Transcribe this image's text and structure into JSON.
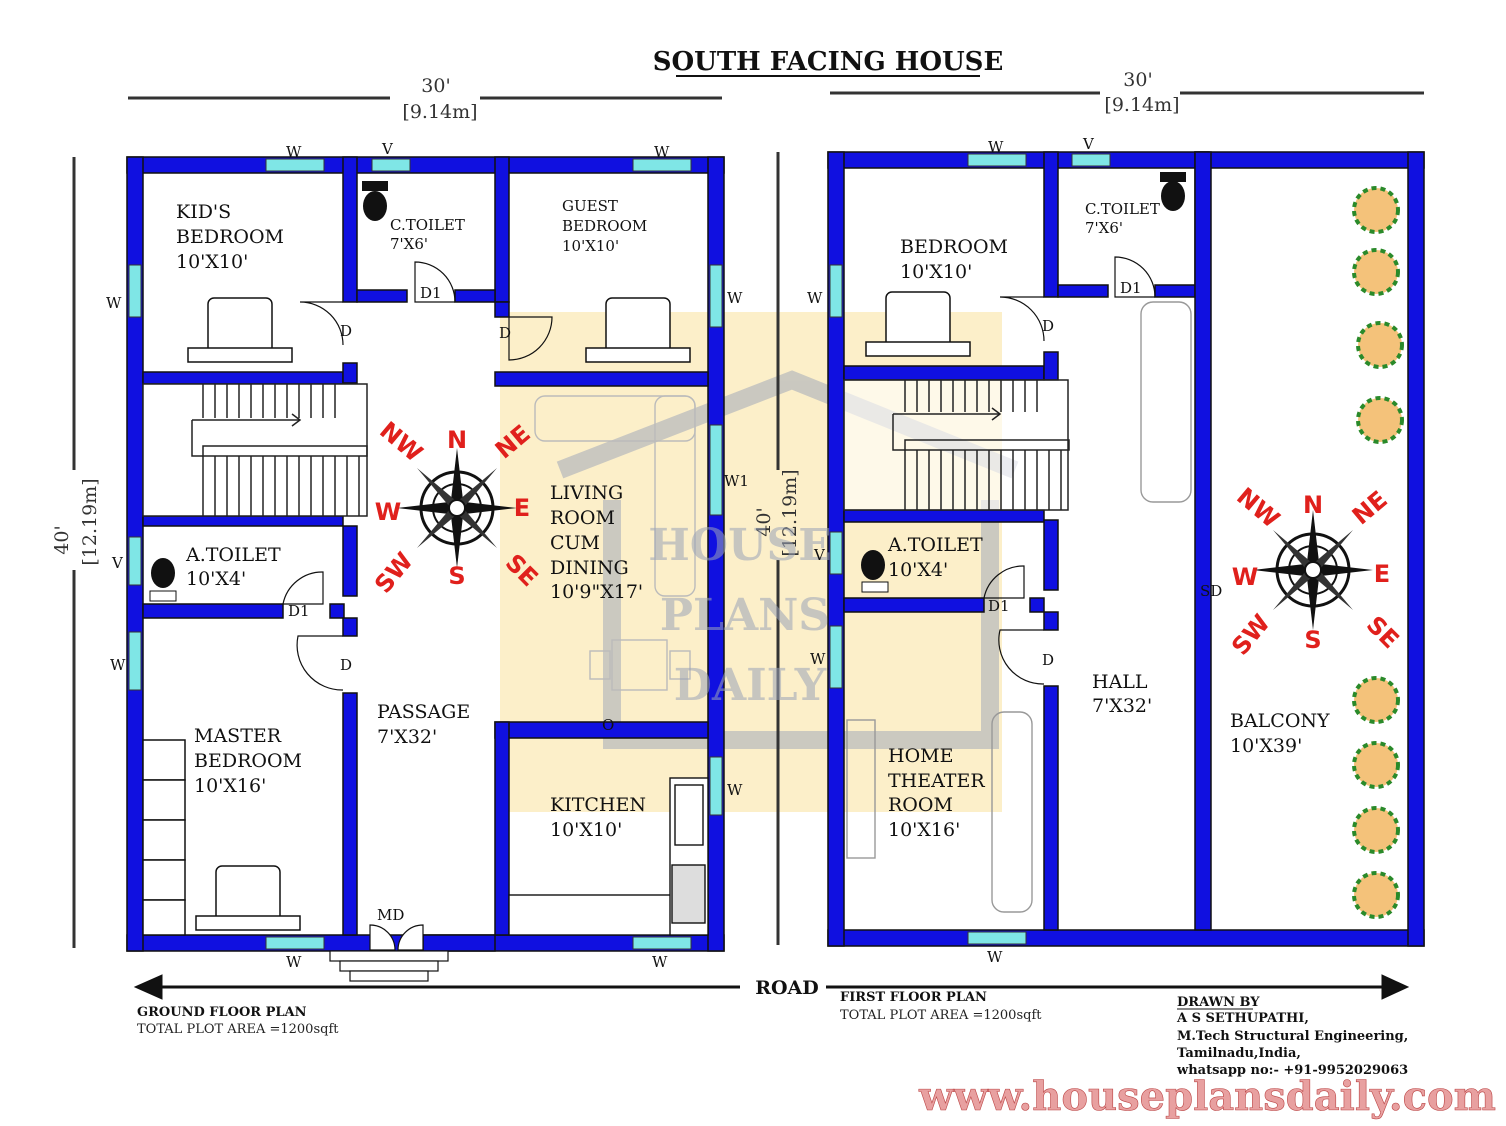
{
  "title": "SOUTH FACING HOUSE",
  "dims": {
    "width_ft": "30'",
    "width_m": "[9.14m]",
    "depth_ft": "40'",
    "depth_m": "[12.19m]"
  },
  "road": "ROAD",
  "ground_floor": {
    "caption": "GROUND FLOOR PLAN",
    "area": "TOTAL PLOT AREA =1200sqft",
    "rooms": {
      "kids_bedroom": [
        "KID'S",
        "BEDROOM",
        "10'X10'"
      ],
      "c_toilet": [
        "C.TOILET",
        "7'X6'"
      ],
      "guest_bedroom": [
        "GUEST",
        "BEDROOM",
        "10'X10'"
      ],
      "a_toilet": [
        "A.TOILET",
        "10'X4'"
      ],
      "living": [
        "LIVING",
        "ROOM",
        "CUM",
        "DINING",
        "10'9\"X17'"
      ],
      "master": [
        "MASTER",
        "BEDROOM",
        "10'X16'"
      ],
      "passage": [
        "PASSAGE",
        "7'X32'"
      ],
      "kitchen": [
        "KITCHEN",
        "10'X10'"
      ]
    },
    "marks": {
      "w": "W",
      "v": "V",
      "d": "D",
      "d1": "D1",
      "w1": "W1",
      "md": "MD",
      "o": "O"
    }
  },
  "first_floor": {
    "caption": "FIRST FLOOR PLAN",
    "area": "TOTAL PLOT AREA =1200sqft",
    "rooms": {
      "bedroom": [
        "BEDROOM",
        "10'X10'"
      ],
      "c_toilet": [
        "C.TOILET",
        "7'X6'"
      ],
      "a_toilet": [
        "A.TOILET",
        "10'X4'"
      ],
      "home_theater": [
        "HOME",
        "THEATER",
        "ROOM",
        "10'X16'"
      ],
      "hall": [
        "HALL",
        "7'X32'"
      ],
      "balcony": [
        "BALCONY",
        "10'X39'"
      ]
    },
    "marks": {
      "sd": "SD"
    }
  },
  "compass": {
    "n": "N",
    "ne": "NE",
    "e": "E",
    "se": "SE",
    "s": "S",
    "sw": "SW",
    "w": "W",
    "nw": "NW"
  },
  "watermark": [
    "HOUSE",
    "PLANS",
    "DAILY"
  ],
  "drawn_by": {
    "label": "DRAWN BY",
    "name": "A S SETHUPATHI,",
    "qualification": "M.Tech Structural Engineering,",
    "place": "Tamilnadu,India,",
    "contact": "whatsapp no:- +91-9952029063"
  },
  "website": "www.houseplansdaily.com",
  "colors": {
    "wall": "#1010e0",
    "window": "#7fe6e6",
    "watermark_box": "#fbe9b7",
    "compass_text": "#e0201c"
  }
}
